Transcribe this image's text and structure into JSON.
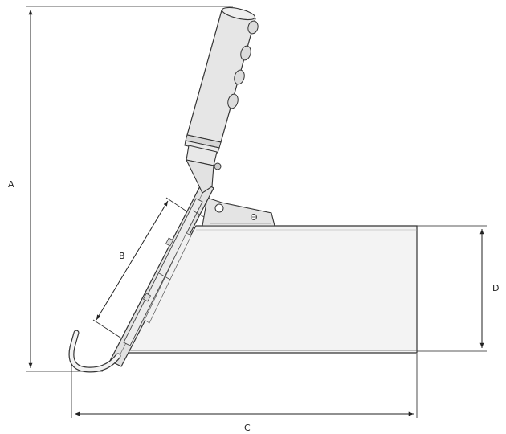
{
  "dimensions": {
    "a": "A",
    "b": "B",
    "c": "C",
    "d": "D"
  },
  "colors": {
    "line": "#222222",
    "body_fill": "#f2f2f2",
    "part_fill": "#e6e6e6",
    "outline": "#333333"
  }
}
